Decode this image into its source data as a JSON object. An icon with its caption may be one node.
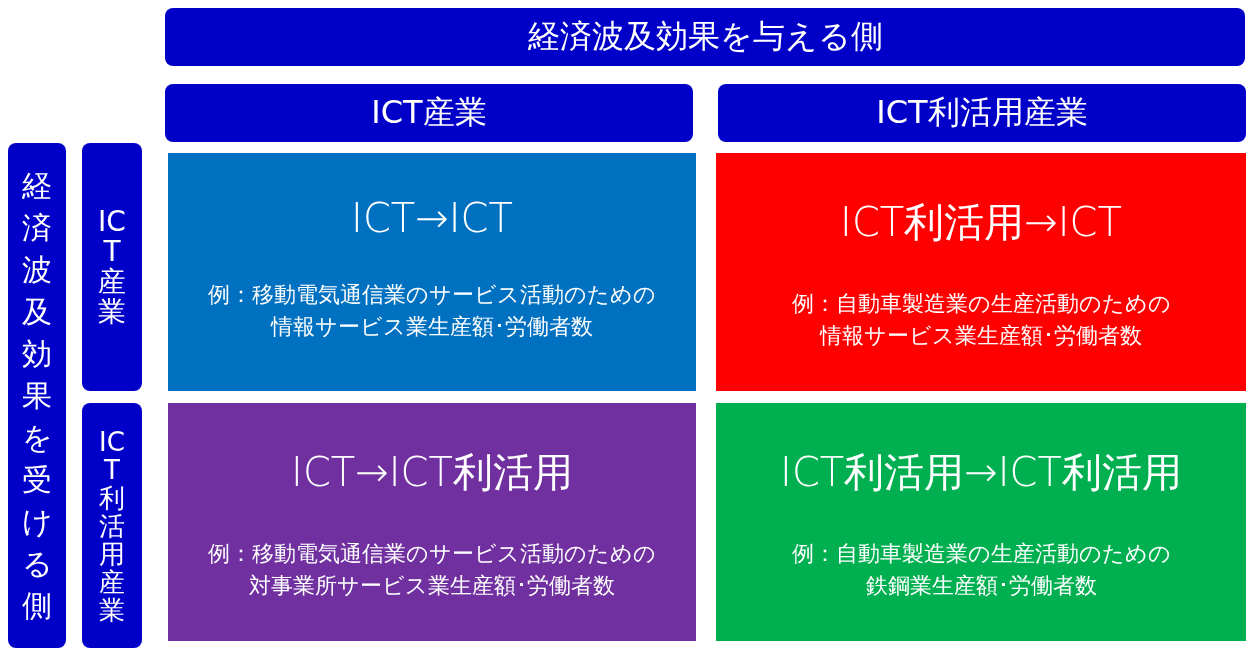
{
  "diagram": {
    "nodes": [
      {
        "text": [
          "経済波及効果を与える側"
        ]
      },
      {
        "text": [
          "ICT産業"
        ]
      },
      {
        "text": [
          "ICT利活用産業"
        ]
      },
      {
        "text": [
          "経済波及効果を受ける側"
        ]
      },
      {
        "text": [
          "ICT産業"
        ]
      },
      {
        "text": [
          "ICT利活用産業"
        ]
      },
      {
        "text": [
          "ICT→ICT",
          "例：移動電気通信業のサービス活動のための情報サービス業生産額･労働者数"
        ]
      },
      {
        "text": [
          "ICT利活用→ICT",
          "例：自動車製造業の生産活動のための情報サービス業生産額･労働者数"
        ]
      },
      {
        "text": [
          "ICT→ICT利活用",
          "例：移動電気通信業のサービス活動のための対事業所サービス業生産額･労働者数"
        ]
      },
      {
        "text": [
          "ICT利活用→ICT利活用",
          "例：自動車製造業の生産活動のための鉄鋼業生産額･労働者数"
        ]
      }
    ]
  }
}
